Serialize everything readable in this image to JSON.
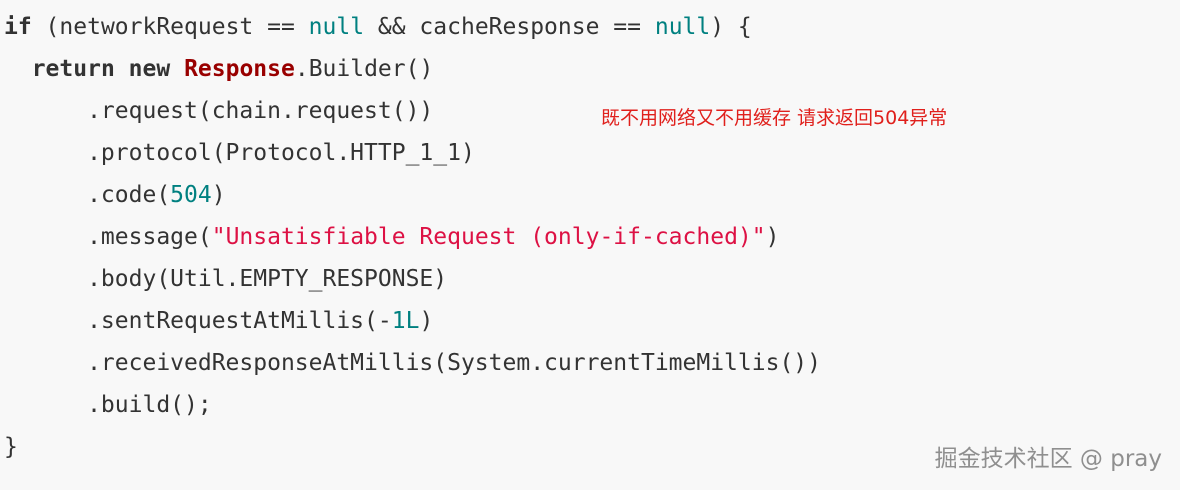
{
  "code": {
    "line1": {
      "kw_if": "if",
      "t1": " (networkRequest == ",
      "null1": "null",
      "t2": " && cacheResponse == ",
      "null2": "null",
      "t3": ") {"
    },
    "line2": {
      "indent": "  ",
      "kw_return": "return",
      "sp": " ",
      "kw_new": "new",
      "sp2": " ",
      "cls": "Response",
      "t1": ".Builder()"
    },
    "line3": {
      "t1": "      .request(chain.request())"
    },
    "line4": {
      "t1": "      .protocol(Protocol.HTTP_1_1)"
    },
    "line5": {
      "t1": "      .code(",
      "num": "504",
      "t2": ")"
    },
    "line6": {
      "t1": "      .message(",
      "str": "\"Unsatisfiable Request (only-if-cached)\"",
      "t2": ")"
    },
    "line7": {
      "t1": "      .body(Util.EMPTY_RESPONSE)"
    },
    "line8": {
      "t1": "      .sentRequestAtMillis(-",
      "num": "1L",
      "t2": ")"
    },
    "line9": {
      "t1": "      .receivedResponseAtMillis(System.currentTimeMillis())"
    },
    "line10": {
      "t1": "      .build();"
    },
    "line11": {
      "t1": "}"
    }
  },
  "annotation": "既不用网络又不用缓存 请求返回504异常",
  "watermark": "掘金技术社区 @ pray",
  "colors": {
    "background": "#f8f8f8",
    "text": "#333333",
    "literal": "#008080",
    "class": "#990000",
    "string": "#dd1144",
    "annotation": "#e0201c",
    "watermark": "#8f8f8f"
  }
}
